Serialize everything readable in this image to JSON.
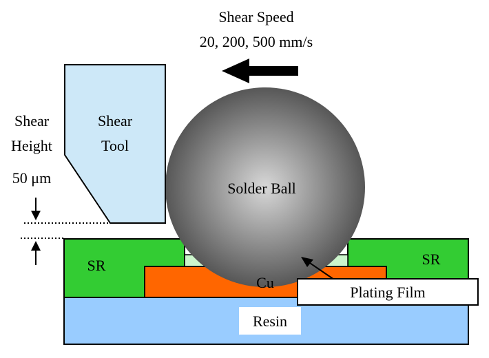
{
  "labels": {
    "shear_speed_title": "Shear Speed",
    "shear_speed_values": "20, 200, 500 mm/s",
    "shear_height_line1": "Shear",
    "shear_height_line2": "Height",
    "shear_height_value": "50 μm",
    "shear_tool_line1": "Shear",
    "shear_tool_line2": "Tool",
    "solder_ball": "Solder Ball",
    "sr_left": "SR",
    "sr_right": "SR",
    "cu": "Cu",
    "plating_film": "Plating Film",
    "resin": "Resin"
  },
  "colors": {
    "shear_tool": "#cde8f8",
    "solder_resist": "#33cc33",
    "copper": "#ff6600",
    "resin": "#99ccff",
    "plating_film": "#ccf5cc",
    "ball_light": "#d8d8d8",
    "ball_dark": "#4a4a4a",
    "arrow": "#000000"
  }
}
